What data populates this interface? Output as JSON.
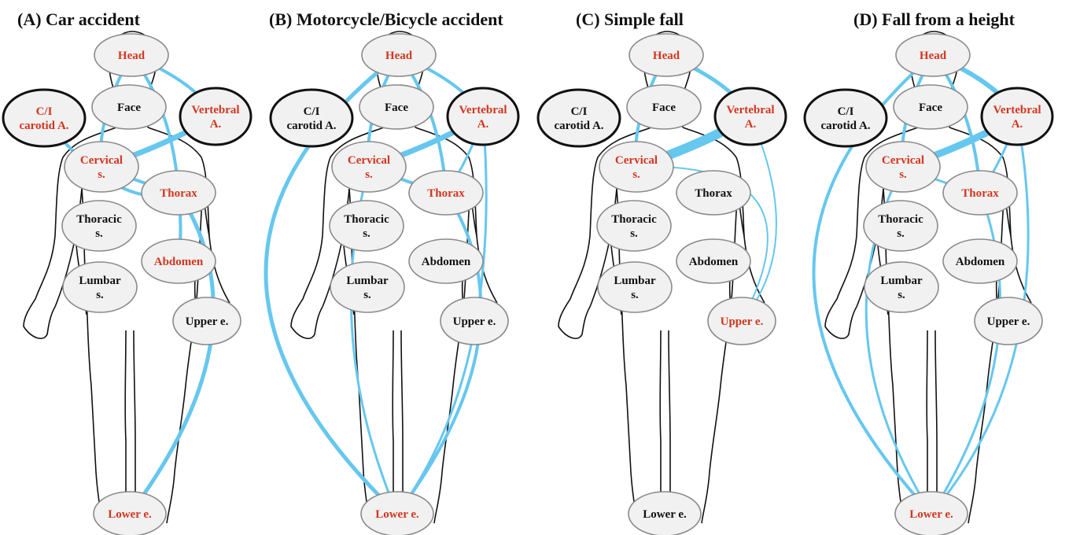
{
  "colors": {
    "edge": "#66c7ef",
    "highlight": "#d2361e",
    "normal": "#111111"
  },
  "nodes": [
    "head",
    "face",
    "carotid",
    "vertebral",
    "cervical",
    "thorax",
    "thoracic",
    "abdomen",
    "lumbar",
    "upper",
    "lower"
  ],
  "panels": [
    {
      "title": "(A) Car accident",
      "labels": {
        "head": [
          "Head"
        ],
        "face": [
          "Face"
        ],
        "carotid": [
          "C/I",
          "carotid A."
        ],
        "vertebral": [
          "Vertebral",
          "A."
        ],
        "cervical": [
          "Cervical",
          "s."
        ],
        "thorax": [
          "Thorax"
        ],
        "thoracic": [
          "Thoracic",
          "s."
        ],
        "abdomen": [
          "Abdomen"
        ],
        "lumbar": [
          "Lumbar",
          "s."
        ],
        "upper": [
          "Upper e."
        ],
        "lower": [
          "Lower e."
        ]
      },
      "highlighted": [
        "head",
        "carotid",
        "vertebral",
        "cervical",
        "thorax",
        "abdomen",
        "lower"
      ],
      "strong": [
        "carotid",
        "vertebral"
      ],
      "edges": [
        [
          "head",
          "cervical",
          4
        ],
        [
          "head",
          "thorax",
          4
        ],
        [
          "head",
          "vertebral",
          4
        ],
        [
          "vertebral",
          "cervical",
          7
        ],
        [
          "carotid",
          "thorax",
          4
        ],
        [
          "cervical",
          "thorax",
          4
        ],
        [
          "thorax",
          "abdomen",
          4
        ],
        [
          "thorax",
          "lower",
          5
        ]
      ]
    },
    {
      "title": "(B) Motorcycle/Bicycle accident",
      "labels": {
        "head": [
          "Head"
        ],
        "face": [
          "Face"
        ],
        "carotid": [
          "C/I",
          "carotid A."
        ],
        "vertebral": [
          "Vertebral",
          "A."
        ],
        "cervical": [
          "Cervical",
          "s."
        ],
        "thorax": [
          "Thorax"
        ],
        "thoracic": [
          "Thoracic",
          "s."
        ],
        "abdomen": [
          "Abdomen"
        ],
        "lumbar": [
          "Lumbar",
          "s."
        ],
        "upper": [
          "Upper e."
        ],
        "lower": [
          "Lower e."
        ]
      },
      "highlighted": [
        "head",
        "vertebral",
        "cervical",
        "thorax",
        "lower"
      ],
      "strong": [
        "carotid",
        "vertebral"
      ],
      "edges": [
        [
          "head",
          "lower",
          5
        ],
        [
          "head",
          "cervical",
          4
        ],
        [
          "head",
          "thorax",
          4
        ],
        [
          "head",
          "vertebral",
          4
        ],
        [
          "vertebral",
          "cervical",
          7
        ],
        [
          "vertebral",
          "thorax",
          3
        ],
        [
          "vertebral",
          "lower",
          3
        ],
        [
          "cervical",
          "thorax",
          4
        ],
        [
          "cervical",
          "lower",
          3
        ],
        [
          "thorax",
          "lower",
          4
        ]
      ]
    },
    {
      "title": "(C) Simple fall",
      "labels": {
        "head": [
          "Head"
        ],
        "face": [
          "Face"
        ],
        "carotid": [
          "C/I",
          "carotid A."
        ],
        "vertebral": [
          "Vertebral",
          "A."
        ],
        "cervical": [
          "Cervical",
          "s."
        ],
        "thorax": [
          "Thorax"
        ],
        "thoracic": [
          "Thoracic",
          "s."
        ],
        "abdomen": [
          "Abdomen"
        ],
        "lumbar": [
          "Lumbar",
          "s."
        ],
        "upper": [
          "Upper e."
        ],
        "lower": [
          "Lower e."
        ]
      },
      "highlighted": [
        "head",
        "vertebral",
        "cervical",
        "upper"
      ],
      "strong": [
        "carotid",
        "vertebral"
      ],
      "edges": [
        [
          "head",
          "cervical",
          4
        ],
        [
          "head",
          "vertebral",
          5
        ],
        [
          "vertebral",
          "cervical",
          12
        ],
        [
          "cervical",
          "upper",
          2
        ],
        [
          "vertebral",
          "upper",
          2
        ]
      ]
    },
    {
      "title": "(D) Fall from a height",
      "labels": {
        "head": [
          "Head"
        ],
        "face": [
          "Face"
        ],
        "carotid": [
          "C/I",
          "carotid A."
        ],
        "vertebral": [
          "Vertebral",
          "A."
        ],
        "cervical": [
          "Cervical",
          "s."
        ],
        "thorax": [
          "Thorax"
        ],
        "thoracic": [
          "Thoracic",
          "s."
        ],
        "abdomen": [
          "Abdomen"
        ],
        "lumbar": [
          "Lumbar",
          "s."
        ],
        "upper": [
          "Upper e."
        ],
        "lower": [
          "Lower e."
        ]
      },
      "highlighted": [
        "head",
        "vertebral",
        "cervical",
        "thorax",
        "lower"
      ],
      "strong": [
        "carotid",
        "vertebral"
      ],
      "edges": [
        [
          "head",
          "cervical",
          4
        ],
        [
          "head",
          "thorax",
          4
        ],
        [
          "head",
          "vertebral",
          6
        ],
        [
          "vertebral",
          "cervical",
          9
        ],
        [
          "vertebral",
          "thorax",
          3
        ],
        [
          "vertebral",
          "lower",
          3
        ],
        [
          "cervical",
          "thorax",
          3
        ],
        [
          "cervical",
          "lower",
          3
        ],
        [
          "thorax",
          "lower",
          3
        ],
        [
          "head",
          "lower",
          4
        ]
      ]
    }
  ]
}
